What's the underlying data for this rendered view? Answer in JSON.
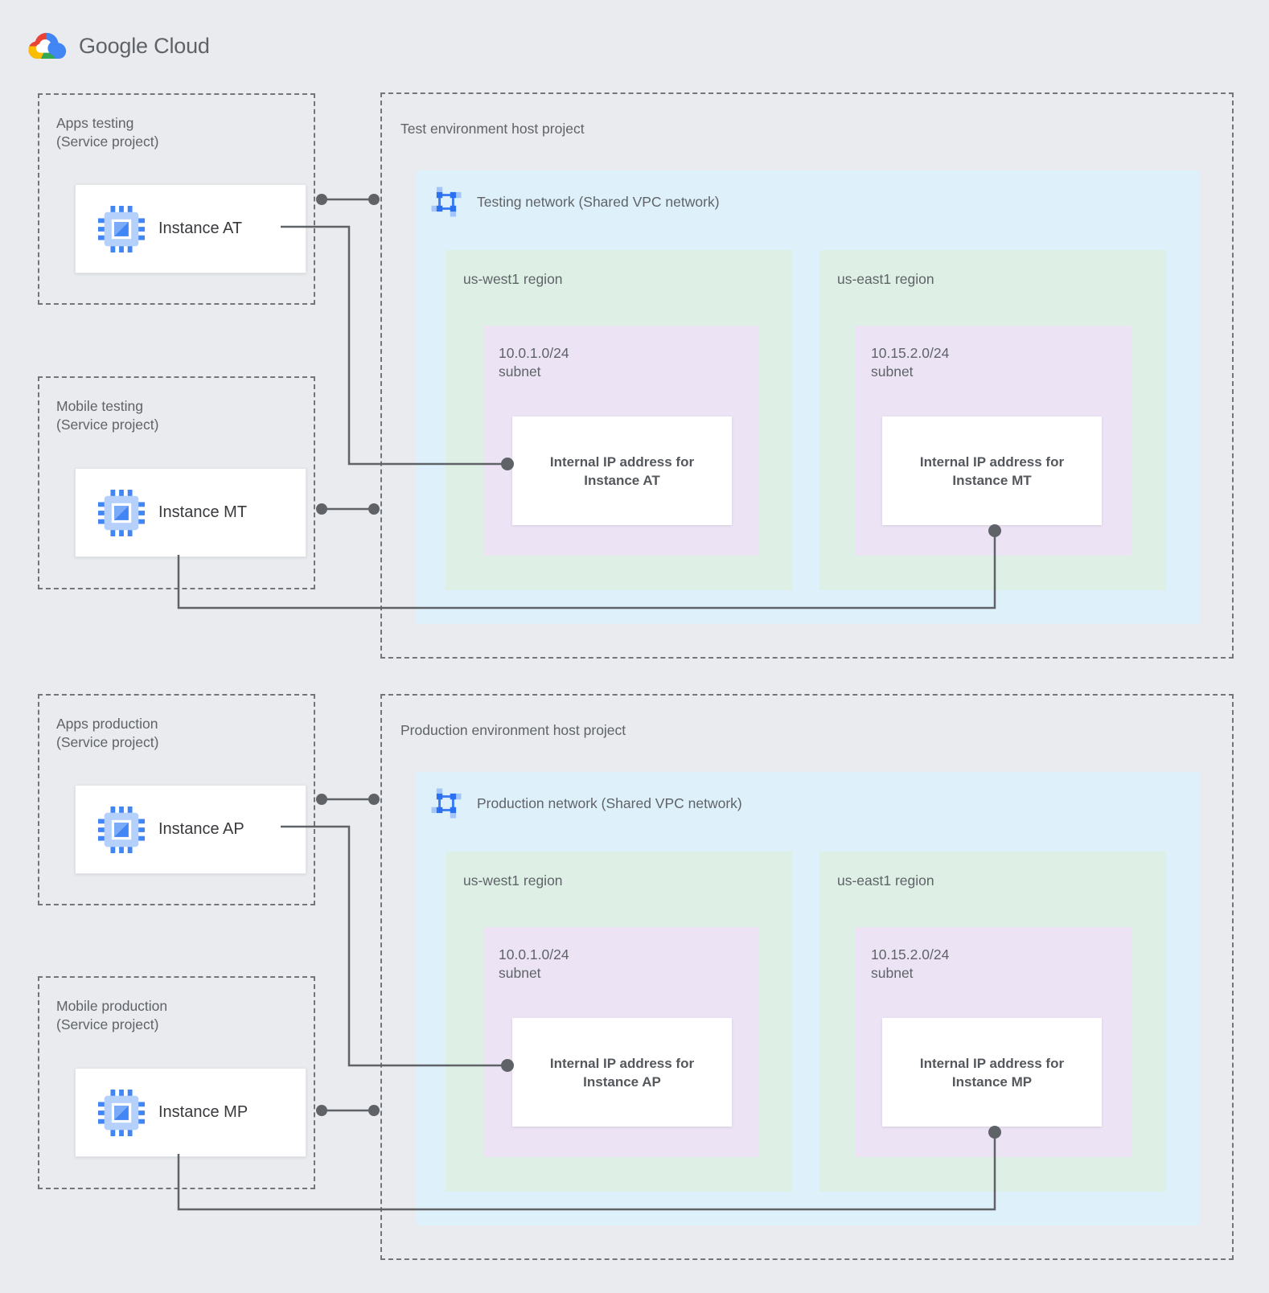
{
  "logo": {
    "text": "Google Cloud",
    "icon": "google-cloud-logo-icon"
  },
  "palette": {
    "page_background": "#e9ebee",
    "network_blue": "#def1fb",
    "region_green": "#def0e6",
    "subnet_purple": "#ece4f5",
    "connector_gray": "#5f6368",
    "dashed_border_gray": "#72767a",
    "icon_blue": "#4285f4",
    "logo_red": "#ea4335",
    "logo_yellow": "#fbbc04",
    "logo_green": "#34a853",
    "text_gray": "#5f6368",
    "instance_text": "#37393c"
  },
  "icons": {
    "instance": "compute-engine-chip-icon",
    "network": "vpc-network-icon"
  },
  "service_projects": [
    {
      "title": "Apps testing",
      "subtitle": "(Service project)",
      "instance": "Instance AT"
    },
    {
      "title": "Mobile testing",
      "subtitle": "(Service project)",
      "instance": "Instance MT"
    },
    {
      "title": "Apps production",
      "subtitle": "(Service project)",
      "instance": "Instance AP"
    },
    {
      "title": "Mobile production",
      "subtitle": "(Service project)",
      "instance": "Instance MP"
    }
  ],
  "host_projects": [
    {
      "title": "Test environment host project",
      "network": "Testing network (Shared VPC network)",
      "regions": [
        {
          "name": "us-west1 region",
          "cidr": "10.0.1.0/24",
          "subnet_word": "subnet",
          "ip_line1": "Internal IP address for",
          "ip_line2": "Instance AT"
        },
        {
          "name": "us-east1 region",
          "cidr": "10.15.2.0/24",
          "subnet_word": "subnet",
          "ip_line1": "Internal IP address for",
          "ip_line2": "Instance MT"
        }
      ]
    },
    {
      "title": "Production environment host project",
      "network": "Production network (Shared VPC network)",
      "regions": [
        {
          "name": "us-west1 region",
          "cidr": "10.0.1.0/24",
          "subnet_word": "subnet",
          "ip_line1": "Internal IP address for",
          "ip_line2": "Instance AP"
        },
        {
          "name": "us-east1 region",
          "cidr": "10.15.2.0/24",
          "subnet_word": "subnet",
          "ip_line1": "Internal IP address for",
          "ip_line2": "Instance MP"
        }
      ]
    }
  ]
}
